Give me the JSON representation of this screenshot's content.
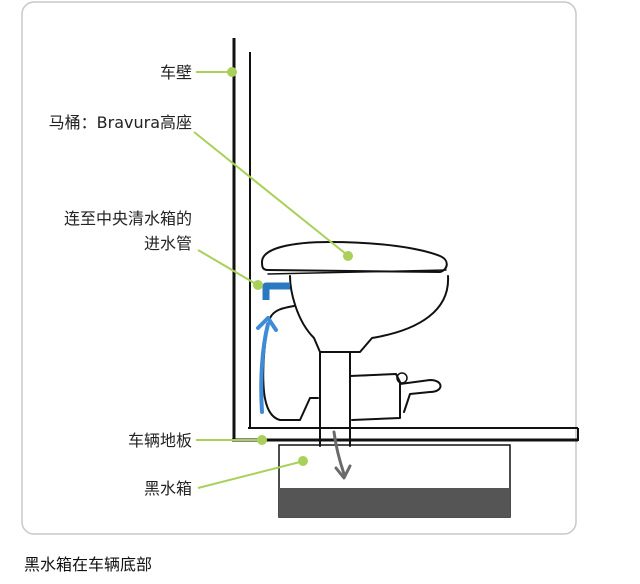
{
  "labels": {
    "wall": "车壁",
    "toilet": "马桶：Bravura高座",
    "inlet_line1": "连至中央清水箱的",
    "inlet_line2": "进水管",
    "floor": "车辆地板",
    "tank": "黑水箱"
  },
  "caption": "黑水箱在车辆底部",
  "colors": {
    "frame": "#c8c8c8",
    "line": "#111111",
    "leader": "#a9d05a",
    "inlet_pipe": "#2a79c0",
    "flow_arrow": "#3f8bd6",
    "tank_fill": "#555555",
    "down_arrow": "#6a6a6a"
  },
  "icons": {
    "flow": "up-arrow-icon",
    "drain": "down-arrow-icon"
  }
}
